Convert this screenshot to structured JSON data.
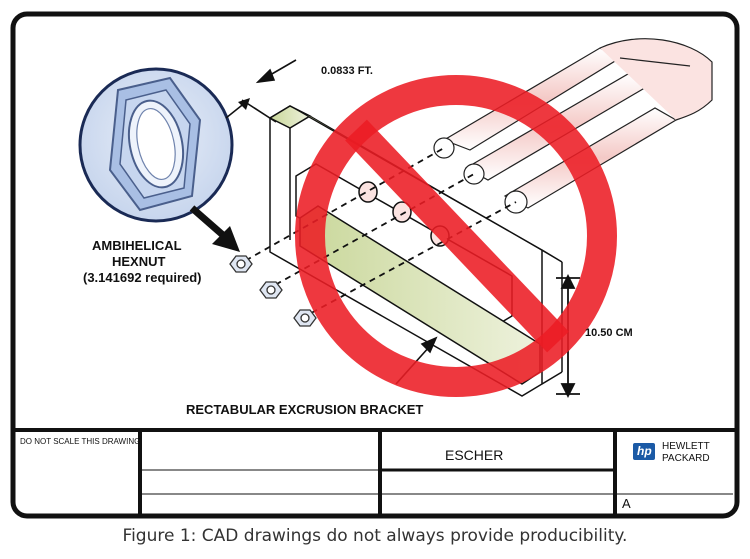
{
  "labels": {
    "dimension_top": "0.0833 FT.",
    "nut_title_1": "AMBIHELICAL",
    "nut_title_2": "HEXNUT",
    "nut_qty": "(3.141692 required)",
    "dimension_side": "10.50 CM",
    "bracket_name": "RECTABULAR EXCRUSION BRACKET"
  },
  "title_block": {
    "scale_note": "DO NOT SCALE THIS DRAWING",
    "drawing_name": "ESCHER",
    "revision": "A",
    "company_line1": "HEWLETT",
    "company_line2": "PACKARD",
    "logo_text": "hp"
  },
  "caption": "Figure 1: CAD drawings do not always provide producibility.",
  "colors": {
    "prohibition_red": "#ec1c24",
    "bracket_green": "#c9d79a",
    "tube_pink": "#f4c9c6",
    "logo_blue": "#1b5aa6",
    "nut_circle": "#cfdcf0",
    "nut_fill": "#a9bfe4"
  }
}
